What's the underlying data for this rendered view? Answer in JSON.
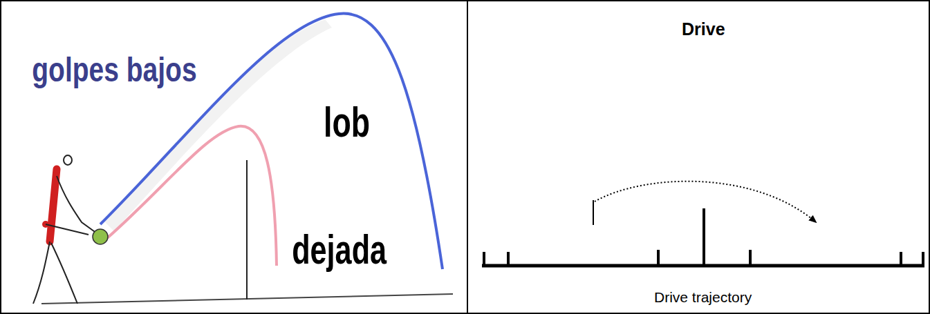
{
  "diagram": {
    "labels": [
      "golpes bajos",
      "lob",
      "dejada",
      "Drive",
      "Drive trajectory"
    ]
  }
}
